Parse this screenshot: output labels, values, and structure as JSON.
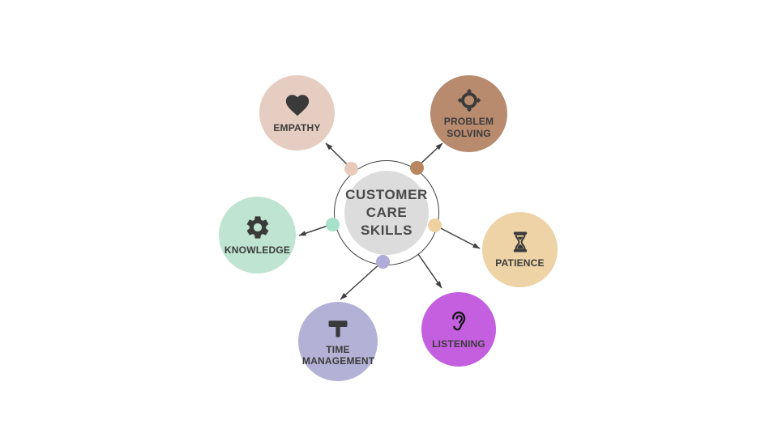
{
  "title": "CUSTOMER CARE SKILLS",
  "hub": {
    "lines": [
      "CUSTOMER",
      "CARE",
      "SKILLS"
    ],
    "fill_color": "#dcdcdc",
    "ring_color": "#3f3f3f",
    "text_color": "#494949"
  },
  "nodes": [
    {
      "id": "empathy",
      "label": "EMPATHY",
      "icon": "heart-icon",
      "color": "#e6cdc1",
      "dot_color": "#e8cabb"
    },
    {
      "id": "problem-solving",
      "label": "PROBLEM SOLVING",
      "icon": "target-icon",
      "color": "#b88a6e",
      "dot_color": "#ba8660"
    },
    {
      "id": "knowledge",
      "label": "KNOWLEDGE",
      "icon": "gear-icon",
      "color": "#bfe4d1",
      "dot_color": "#a6e1cb"
    },
    {
      "id": "patience",
      "label": "PATIENCE",
      "icon": "hourglass-icon",
      "color": "#edd3a6",
      "dot_color": "#efd0a0"
    },
    {
      "id": "time-management",
      "label": "TIME MANAGEMENT",
      "icon": "gavel-icon",
      "color": "#b3b1d6",
      "dot_color": "#b0abd8"
    },
    {
      "id": "listening",
      "label": "LISTENING",
      "icon": "ear-icon",
      "color": "#c45fdf",
      "dot_color": null
    }
  ],
  "style": {
    "background": "#ffffff",
    "connector_color": "#3f3f3f",
    "label_color": "#3b3b3b",
    "icon_color": "#3a3a3a"
  }
}
